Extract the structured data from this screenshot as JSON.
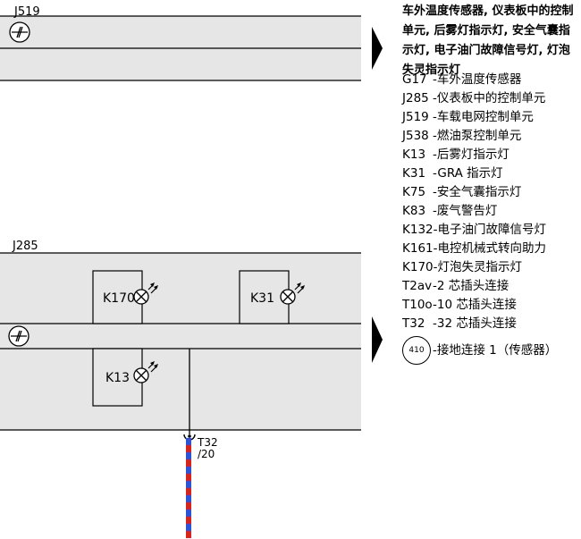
{
  "diagram": {
    "labels": {
      "j519": "J519",
      "j285": "J285",
      "k170": "K170",
      "k31": "K31",
      "k13": "K13",
      "t32_top": "T32",
      "t32_bottom": "/20"
    },
    "wire_colors": {
      "primary": "#2a55d6",
      "secondary": "#d9231d"
    }
  },
  "legend": {
    "title": "车外温度传感器, 仪表板中的控制单元, 后雾灯指示灯, 安全气囊指示灯, 电子油门故障信号灯, 灯泡失灵指示灯",
    "items": [
      {
        "code": "G17",
        "desc": "-车外温度传感器"
      },
      {
        "code": "J285",
        "desc": "-仪表板中的控制单元"
      },
      {
        "code": "J519",
        "desc": "-车载电网控制单元"
      },
      {
        "code": "J538",
        "desc": "-燃油泵控制单元"
      },
      {
        "code": "K13",
        "desc": "-后雾灯指示灯"
      },
      {
        "code": "K31",
        "desc": "-GRA 指示灯"
      },
      {
        "code": "K75",
        "desc": "-安全气囊指示灯"
      },
      {
        "code": "K83",
        "desc": "-废气警告灯"
      },
      {
        "code": "K132",
        "desc": "-电子油门故障信号灯"
      },
      {
        "code": "K161",
        "desc": "-电控机械式转向助力"
      },
      {
        "code": "K170",
        "desc": "-灯泡失灵指示灯"
      },
      {
        "code": "T2av",
        "desc": "-2 芯插头连接"
      },
      {
        "code": "T10o",
        "desc": "-10 芯插头连接"
      },
      {
        "code": "T32",
        "desc": "-32 芯插头连接"
      },
      {
        "code": "410",
        "desc": "-接地连接 1（传感器）"
      }
    ]
  }
}
